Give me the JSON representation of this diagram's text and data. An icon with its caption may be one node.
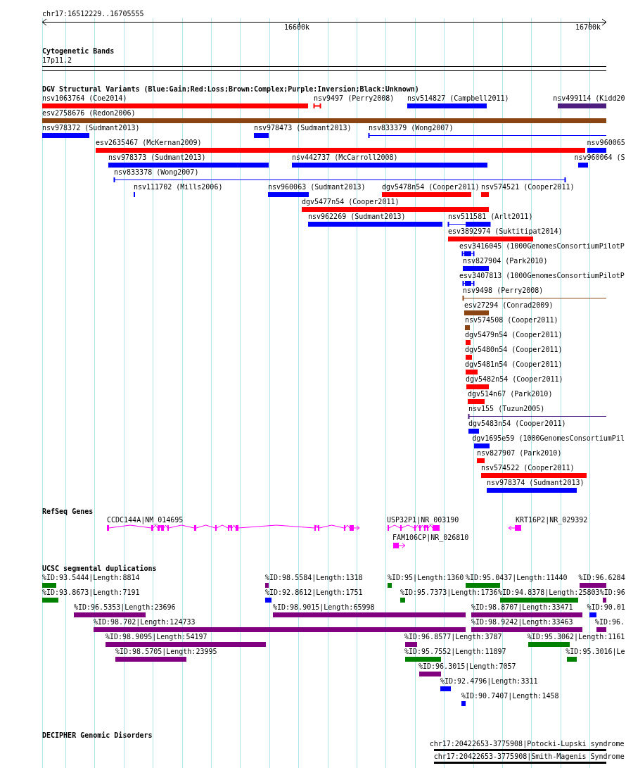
{
  "diagram": {
    "labels": [
      "chr17:16512229..16705555",
      "16600k",
      "16700k",
      "Cytogenetic Bands",
      "17p11.2",
      "DGV Structural Variants (Blue:Gain;Red:Loss;Brown:Complex;Purple:Inversion;Black:Unknown)",
      "nsv1063764 (Coe2014)",
      "nsv9497 (Perry2008)",
      "nsv514827 (Campbell2011)",
      "nsv499114 (Kidd20",
      "esv2758676 (Redon2006)",
      "nsv978372 (Sudmant2013)",
      "nsv978473 (Sudmant2013)",
      "nsv833379 (Wong2007)",
      "esv2635467 (McKernan2009)",
      "nsv960065",
      "nsv978373 (Sudmant2013)",
      "nsv442737 (McCarroll2008)",
      "nsv960064 (S",
      "nsv833378 (Wong2007)",
      "nsv111702 (Mills2006)",
      "nsv960063 (Sudmant2013)",
      "dgv5478n54 (Cooper2011)",
      "nsv574521 (Cooper2011)",
      "dgv5477n54 (Cooper2011)",
      "nsv962269 (Sudmant2013)",
      "nsv511581 (Arlt2011)",
      "esv3892974 (Suktitipat2014)",
      "esv3416045 (1000GenomesConsortiumPilotP",
      "nsv827904 (Park2010)",
      "esv3407813 (1000GenomesConsortiumPilotP",
      "nsv9498 (Perry2008)",
      "esv27294 (Conrad2009)",
      "nsv574508 (Cooper2011)",
      "dgv5479n54 (Cooper2011)",
      "dgv5480n54 (Cooper2011)",
      "dgv5481n54 (Cooper2011)",
      "dgv5482n54 (Cooper2011)",
      "dgv514n67 (Park2010)",
      "nsv155 (Tuzun2005)",
      "dgv5483n54 (Cooper2011)",
      "dgv1695e59 (1000GenomesConsortiumPil",
      "nsv827907 (Park2010)",
      "nsv574522 (Cooper2011)",
      "nsv978374 (Sudmant2013)",
      "RefSeq Genes",
      "CCDC144A|NM_014695",
      "USP32P1|NR_003190",
      "KRT16P2|NR_029392",
      "FAM106CP|NR_026810",
      "UCSC segmental duplications",
      "%ID:93.5444|Length:8814",
      "%ID:98.5584|Length:1318",
      "%ID:95|Length:1360",
      "%ID:95.0437|Length:11440",
      "%ID:96.6284",
      "%ID:93.8673|Length:7191",
      "%ID:92.8612|Length:1751",
      "%ID:95.7373|Length:1736",
      "%ID:94.8378|Length:25803",
      "%ID:96",
      "%ID:96.5353|Length:23696",
      "%ID:98.9015|Length:65998",
      "%ID:98.8707|Length:33471",
      "%ID:90.01",
      "%ID:98.702|Length:124733",
      "%ID:98.9242|Length:33463",
      "%ID:96.",
      "%ID:98.9095|Length:54197",
      "%ID:96.8577|Length:3787",
      "%ID:95.3062|Length:1161",
      "%ID:98.5705|Length:23995",
      "%ID:95.7552|Length:11897",
      "%ID:95.3016|Le",
      "%ID:96.3015|Length:7057",
      "%ID:92.4796|Length:3311",
      "%ID:90.7407|Length:1458",
      "DECIPHER Genomic Disorders",
      "chr17:20422653-3775908|Potocki-Lupski syndrome",
      "chr17:20422653-3775908|Smith-Magenis Syndrome"
    ]
  }
}
